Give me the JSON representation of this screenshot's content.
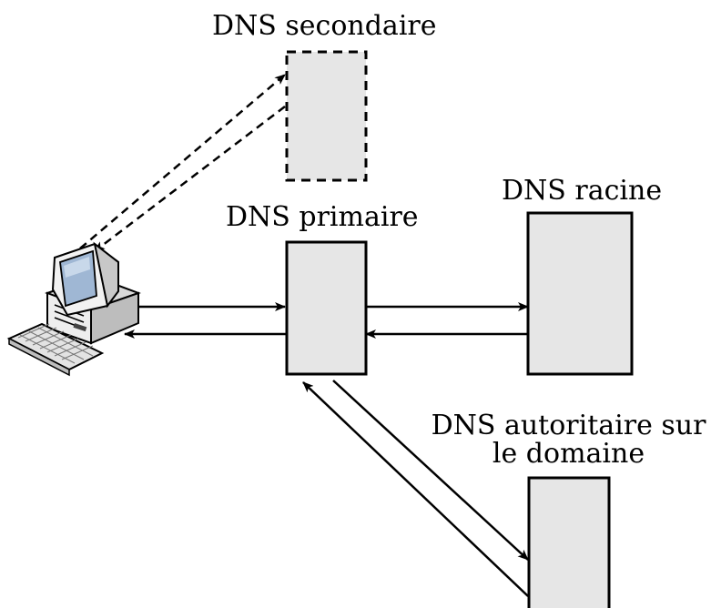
{
  "labels": {
    "secondary": "DNS secondaire",
    "primary": "DNS primaire",
    "root": "DNS racine",
    "authoritative_line1": "DNS autoritaire sur",
    "authoritative_line2": "le domaine"
  },
  "colors": {
    "server_fill": "#e6e6e6",
    "stroke": "#000000",
    "background": "#ffffff"
  },
  "icons": {
    "client": "desktop-computer-icon"
  }
}
